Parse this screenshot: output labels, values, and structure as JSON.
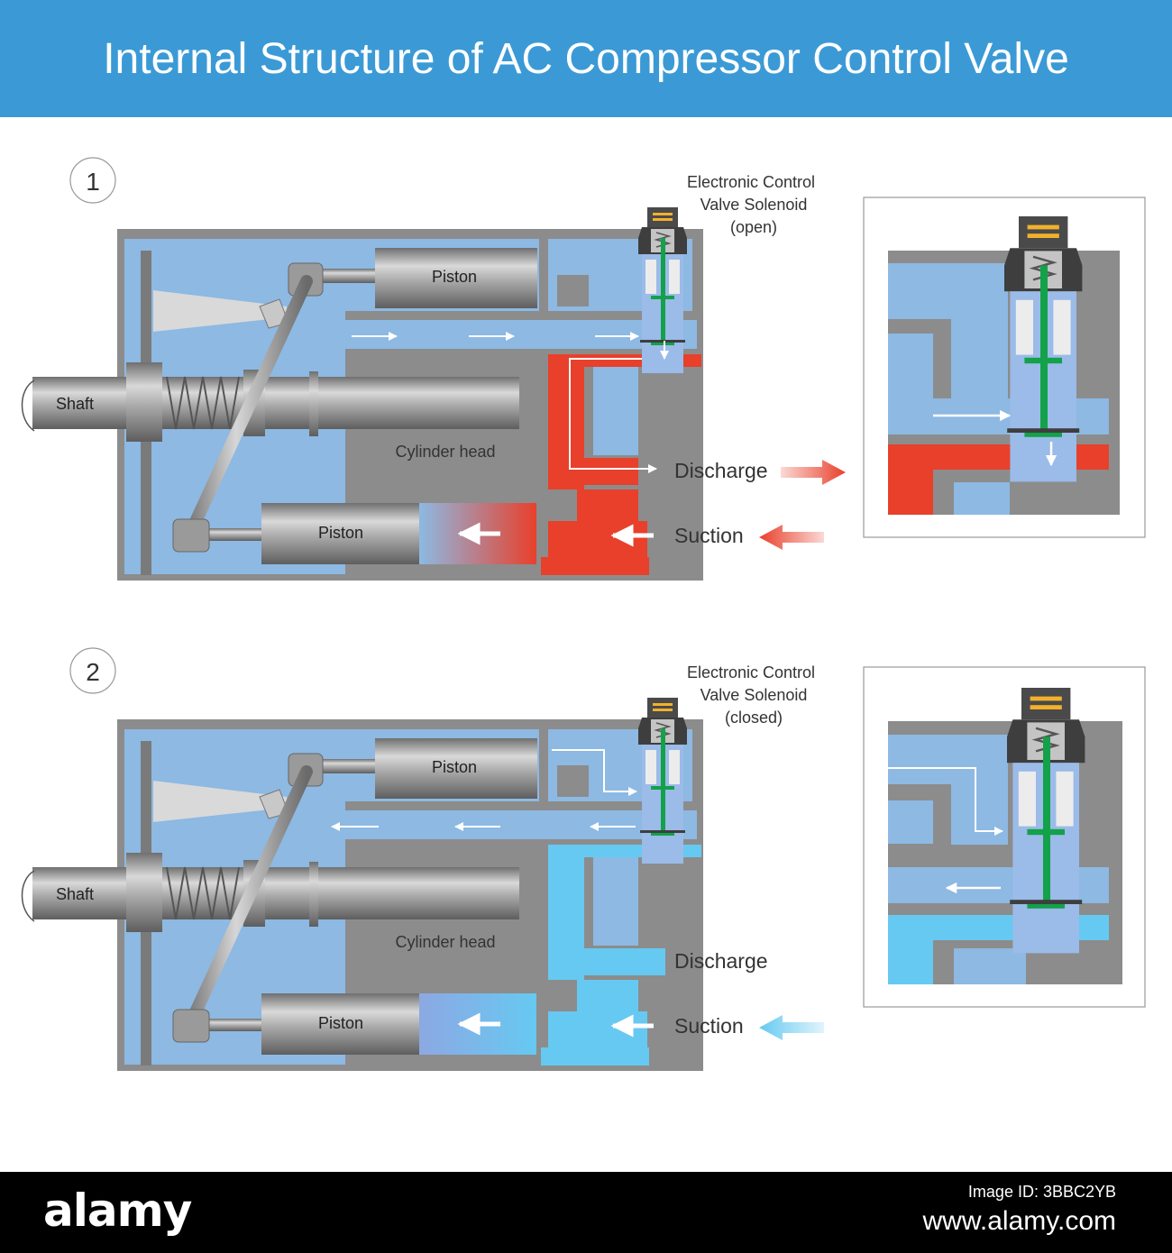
{
  "title": "Internal Structure of  AC Compressor Control Valve",
  "panels": [
    {
      "number": "1",
      "solenoid_label": [
        "Electronic Control",
        "Valve Solenoid",
        "(open)"
      ],
      "piston_top": "Piston",
      "piston_bottom": "Piston",
      "shaft": "Shaft",
      "cylinder_head": "Cylinder head",
      "discharge": "Discharge",
      "suction": "Suction"
    },
    {
      "number": "2",
      "solenoid_label": [
        "Electronic Control",
        "Valve Solenoid",
        "(closed)"
      ],
      "piston_top": "Piston",
      "piston_bottom": "Piston",
      "shaft": "Shaft",
      "cylinder_head": "Cylinder head",
      "discharge": "Discharge",
      "suction": "Suction"
    }
  ],
  "colors": {
    "header": "#3b9ad6",
    "chamber": "#8db9e3",
    "wall": "#8c8c8c",
    "hot": "#e8402b",
    "cold": "#66c9f1",
    "valve_stem": "#13a14a"
  },
  "footer": {
    "logo": "alamy",
    "image_id": "Image ID: 3BBC2YB",
    "url": "www.alamy.com"
  }
}
